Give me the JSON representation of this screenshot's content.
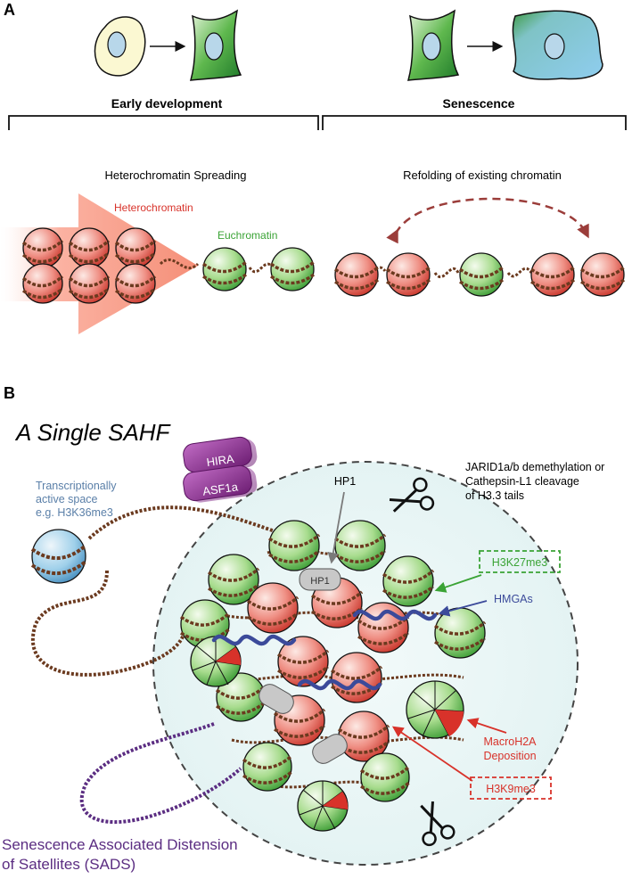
{
  "panel_a": {
    "letter": "A",
    "early_label": "Early development",
    "senescence_label": "Senescence",
    "spreading_title": "Heterochromatin Spreading",
    "refolding_title": "Refolding of existing chromatin",
    "heterochromatin_label": "Heterochromatin",
    "euchromatin_label": "Euchromatin"
  },
  "panel_b": {
    "letter": "B",
    "title": "A Single SAHF",
    "transcriptional_lines": [
      "Transcriptionally",
      "active space",
      "e.g. H3K36me3"
    ],
    "hira": "HIRA",
    "asf1a": "ASF1a",
    "hp1_label": "HP1",
    "hp1_body": "HP1",
    "jarid_lines": [
      "JARID1a/b demethylation or",
      "Cathepsin-L1 cleavage",
      "of H3.3 tails"
    ],
    "h3k27": "H3K27me3",
    "hmgas": "HMGAs",
    "macroh2a_lines": [
      "MacroH2A",
      "Deposition"
    ],
    "h3k9": "H3K9me3",
    "sads_lines": [
      "Senescence Associated Distension",
      "of Satellites (SADS)"
    ]
  },
  "colors": {
    "heterochromatin": "#d8322a",
    "euchromatin": "#3aa335",
    "hmga": "#3b4a9a",
    "sads": "#5b2d82",
    "transcription": "#5a7fa8",
    "hira": "#8b2a8a",
    "dna": "#6b3a1f"
  }
}
